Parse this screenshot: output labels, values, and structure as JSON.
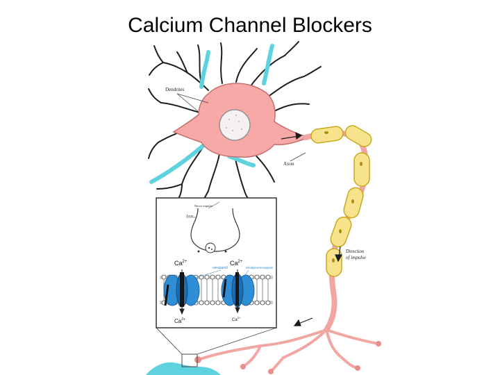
{
  "slide": {
    "title": "Calcium Channel Blockers"
  },
  "figure": {
    "labels": {
      "dendrites": "Dendrites",
      "axon": "Axon",
      "direction_line1": "Direction",
      "direction_line2": "of impulse"
    },
    "inset": {
      "nerve_impulse": "Nerve impulse",
      "axon": "Axon",
      "ca_top_left": "Ca",
      "ca_top_right": "Ca",
      "ca_bottom_left": "Ca",
      "ca_bottom_right": "Ca",
      "charge": "2+",
      "drug_left": "verapamil",
      "drug_right": "nifedipine/nimodipine"
    },
    "colors": {
      "cell_body": "#f7a9a7",
      "dendrite_fill": "#f4a3a1",
      "glia": "#5fd2e0",
      "myelin": "#f6e38b",
      "myelin_outline": "#c9a91c",
      "channel": "#2e8fd6",
      "channel_dark": "#1f5f9a"
    }
  }
}
